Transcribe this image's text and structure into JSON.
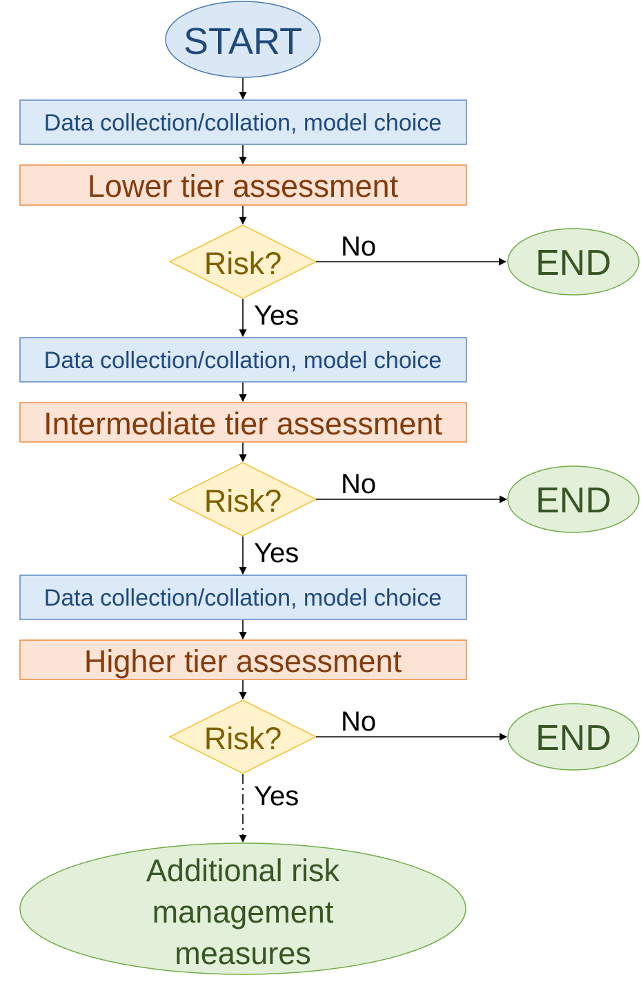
{
  "colors": {
    "start_fill": "#dae8f5",
    "start_stroke": "#4a78b4",
    "start_text": "#1f497d",
    "data_fill": "#dce9f6",
    "data_stroke": "#5b87c0",
    "data_text": "#1f497d",
    "tier_fill": "#fbe3d6",
    "tier_stroke": "#ee8a3c",
    "tier_text": "#843c0c",
    "decision_fill": "#fff2cc",
    "decision_stroke": "#f2c12e",
    "decision_text": "#7f6000",
    "end_fill": "#e2efd9",
    "end_stroke": "#70ad47",
    "end_text": "#375623",
    "arrow": "#000000",
    "edge_label": "#000000"
  },
  "nodes": {
    "start": "START",
    "data_collection_1": "Data collection/collation, model choice",
    "tier_lower": "Lower tier assessment",
    "decision_1": "Risk?",
    "end_1": "END",
    "data_collection_2": "Data collection/collation, model choice",
    "tier_intermediate": "Intermediate tier assessment",
    "decision_2": "Risk?",
    "end_2": "END",
    "data_collection_3": "Data collection/collation, model choice",
    "tier_higher": "Higher tier assessment",
    "decision_3": "Risk?",
    "end_3": "END",
    "final": [
      "Additional risk",
      "management",
      "measures"
    ]
  },
  "edges": {
    "no_1": "No",
    "yes_1": "Yes",
    "no_2": "No",
    "yes_2": "Yes",
    "no_3": "No",
    "yes_3": "Yes"
  }
}
